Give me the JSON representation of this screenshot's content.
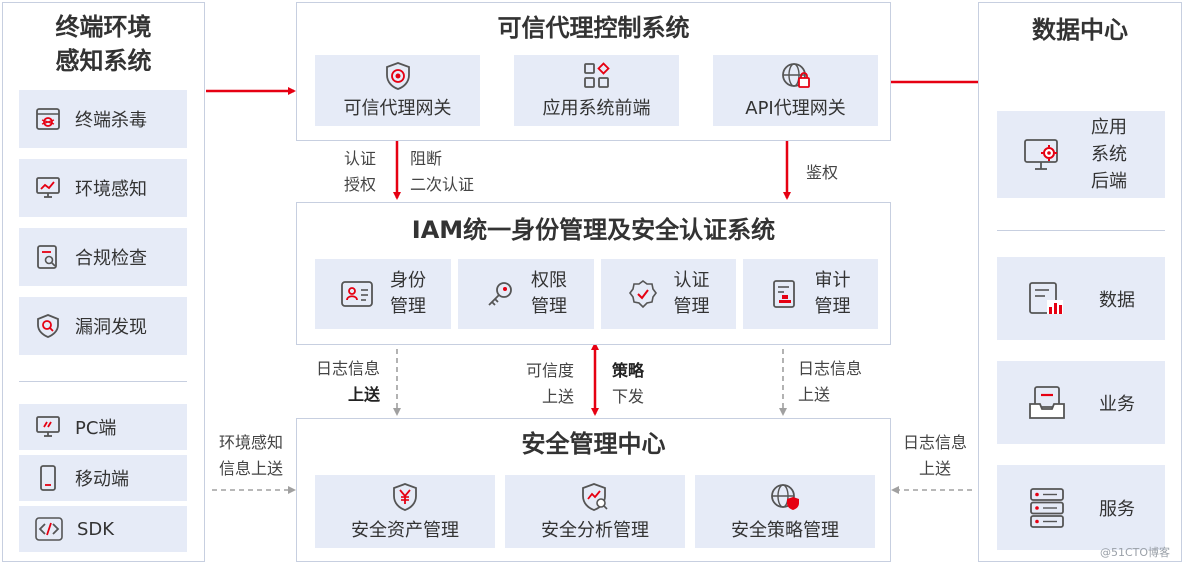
{
  "left": {
    "title_line1": "终端环境",
    "title_line2": "感知系统",
    "items": [
      {
        "label": "终端杀毒",
        "icon": "bug-icon"
      },
      {
        "label": "环境感知",
        "icon": "monitor-chart-icon"
      },
      {
        "label": "合规检查",
        "icon": "document-search-icon"
      },
      {
        "label": "漏洞发现",
        "icon": "shield-search-icon"
      }
    ],
    "devices": [
      {
        "label": "PC端",
        "icon": "pc-icon"
      },
      {
        "label": "移动端",
        "icon": "mobile-icon"
      },
      {
        "label": "SDK",
        "icon": "code-icon"
      }
    ]
  },
  "proxy": {
    "title": "可信代理控制系统",
    "items": [
      {
        "label": "可信代理网关",
        "icon": "shield-target-icon"
      },
      {
        "label": "应用系统前端",
        "icon": "app-grid-icon"
      },
      {
        "label": "API代理网关",
        "icon": "globe-lock-icon"
      }
    ]
  },
  "iam": {
    "title": "IAM统一身份管理及安全认证系统",
    "items": [
      {
        "line1": "身份",
        "line2": "管理",
        "icon": "id-card-icon"
      },
      {
        "line1": "权限",
        "line2": "管理",
        "icon": "key-icon"
      },
      {
        "line1": "认证",
        "line2": "管理",
        "icon": "badge-check-icon"
      },
      {
        "line1": "审计",
        "line2": "管理",
        "icon": "audit-doc-icon"
      }
    ]
  },
  "smc": {
    "title": "安全管理中心",
    "items": [
      {
        "label": "安全资产管理",
        "icon": "shield-yen-icon"
      },
      {
        "label": "安全分析管理",
        "icon": "shield-analysis-icon"
      },
      {
        "label": "安全策略管理",
        "icon": "globe-shield-icon"
      }
    ]
  },
  "dc": {
    "title": "数据中心",
    "backend": {
      "line1": "应用",
      "line2": "系统",
      "line3": "后端",
      "icon": "monitor-gear-icon"
    },
    "items": [
      {
        "label": "数据",
        "icon": "data-chart-icon"
      },
      {
        "label": "业务",
        "icon": "business-tray-icon"
      },
      {
        "label": "服务",
        "icon": "server-icon"
      }
    ]
  },
  "links": {
    "auth": "认证",
    "authorize": "授权",
    "block": "阻断",
    "second_auth": "二次认证",
    "authentication": "鉴权",
    "log_left_1": "日志信息",
    "log_left_2": "上送",
    "trust_1": "可信度",
    "trust_2": "上送",
    "policy_1": "策略",
    "policy_2": "下发",
    "log_right_1": "日志信息",
    "log_right_2": "上送",
    "env_1": "环境感知",
    "env_2": "信息上送",
    "log_dc_1": "日志信息",
    "log_dc_2": "上送"
  },
  "watermark": "@51CTO博客",
  "colors": {
    "accent": "#e60012",
    "tile": "#e6ebf7",
    "border": "#c7cfe0",
    "dashed": "#9a9a9a"
  }
}
